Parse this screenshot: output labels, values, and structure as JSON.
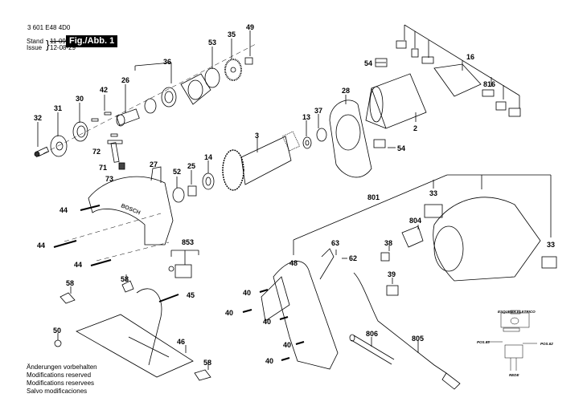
{
  "header": {
    "part_number": "3 601 E48 4D0",
    "stand_label": "Stand",
    "issue_label": "Issue",
    "stand_date_struck": "11-09-31",
    "issue_date": "12-08-29",
    "figure_label": "Fig./Abb. 1"
  },
  "footer_notes": [
    "Änderungen vorbehalten",
    "Modifications reserved",
    "Modifications reservees",
    "Salvo modificaciones"
  ],
  "schematic": {
    "title": "ESQUEMA ELETRICO",
    "pos_left": "POS.63",
    "pos_right": "POS.62",
    "mains_label": "REDE"
  },
  "part_labels": {
    "p32": "32",
    "p31": "31",
    "p30": "30",
    "p42": "42",
    "p26": "26",
    "p36": "36",
    "p53": "53",
    "p35": "35",
    "p49": "49",
    "p72": "72",
    "p71": "71",
    "p73": "73",
    "p27": "27",
    "p52": "52",
    "p25": "25",
    "p14": "14",
    "p3": "3",
    "p13": "13",
    "p37": "37",
    "p28": "28",
    "p54a": "54",
    "p54b": "54",
    "p2": "2",
    "p16": "16",
    "p816": "816",
    "p44a": "44",
    "p44b": "44",
    "p44c": "44",
    "p853": "853",
    "p58a": "58",
    "p58b": "58",
    "p58c": "58",
    "p45": "45",
    "p50": "50",
    "p46": "46",
    "p801": "801",
    "p33a": "33",
    "p33b": "33",
    "p804": "804",
    "p38": "38",
    "p39": "39",
    "p63": "63",
    "p62": "62",
    "p48": "48",
    "p40a": "40",
    "p40b": "40",
    "p40c": "40",
    "p40d": "40",
    "p40e": "40",
    "p806": "806",
    "p805": "805"
  }
}
